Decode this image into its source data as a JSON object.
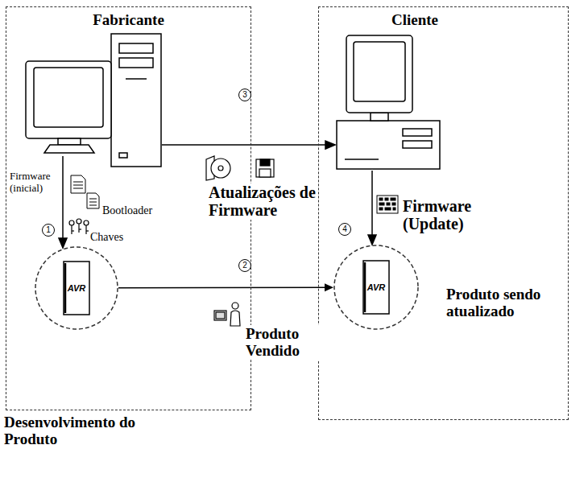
{
  "diagram": {
    "nodes": [
      {
        "text": [
          "Fabricante"
        ]
      },
      {
        "text": [
          "Cliente"
        ]
      },
      {
        "text": [
          "AVR"
        ],
        "in": 0
      },
      {
        "text": [
          "AVR",
          "Produto sendo atualizado"
        ],
        "in": 1
      }
    ],
    "edges": [
      {
        "from": 2,
        "to": 3,
        "arrow": "to"
      }
    ],
    "labels": [
      "3",
      "Firmware (inicial)",
      "Bootloader",
      "Chaves",
      "1",
      "Atualizações de Firmware",
      "4",
      "Firmware (Update)",
      "2",
      "Produto Vendido",
      "Desenvolvimento do Produto"
    ]
  }
}
